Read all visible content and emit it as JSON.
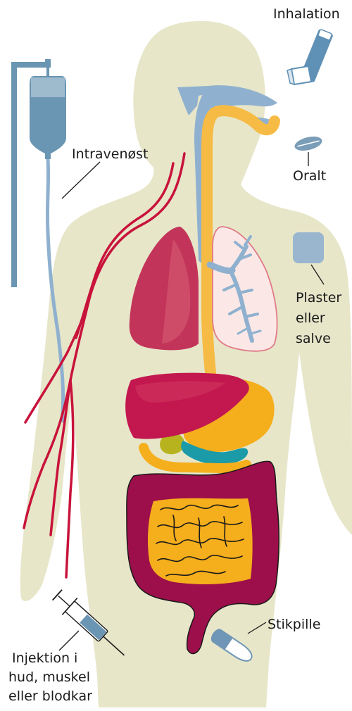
{
  "labels": {
    "inhalation": "Inhalation",
    "intravenous": "Intravenøst",
    "oral": "Oralt",
    "patch_line1": "Plaster",
    "patch_line2": "eller",
    "patch_line3": "salve",
    "suppository": "Stikpille",
    "injection_line1": "Injektion i",
    "injection_line2": "hud, muskel",
    "injection_line3": "eller blodkar"
  },
  "colors": {
    "body": "#e7e6c9",
    "airway": "#8fb1cf",
    "esophagus": "#f6bb45",
    "vein": "#c8133b",
    "drip": "#6a95b3",
    "lung_left": "#c2345a",
    "lung_right_fill": "#fbe8e6",
    "lung_right_stroke": "#e07a86",
    "liver": "#c2174f",
    "stomach": "#f5ae1c",
    "gallbladder": "#b6b31e",
    "pancreas": "#1b9aa8",
    "colon": "#9c0f4a",
    "small_intestine": "#f5ae1c",
    "inhaler": "#5f90b5",
    "pill": "#7a9db8",
    "patch": "#9ab6cf",
    "suppository": "#6f96b6"
  }
}
